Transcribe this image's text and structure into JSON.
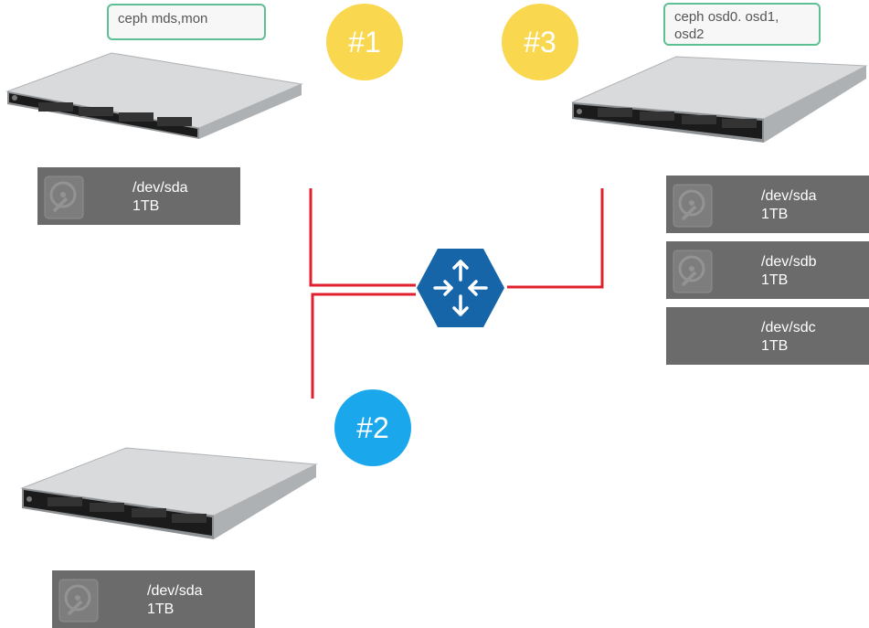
{
  "nodes": [
    {
      "badge": "#1",
      "badge_color": "#f9d84f",
      "callout": [
        "ceph mds,mon"
      ]
    },
    {
      "badge": "#2",
      "badge_color": "#1aa7ec",
      "callout": []
    },
    {
      "badge": "#3",
      "badge_color": "#f9d84f",
      "callout": [
        "ceph osd0. osd1,",
        "osd2"
      ]
    }
  ],
  "disks": {
    "node1": [
      {
        "device": "/dev/sda",
        "size": "1TB"
      }
    ],
    "node2": [
      {
        "device": "/dev/sda",
        "size": "1TB"
      }
    ],
    "node3": [
      {
        "device": "/dev/sda",
        "size": "1TB"
      },
      {
        "device": "/dev/sdb",
        "size": "1TB"
      },
      {
        "device": "/dev/sdc",
        "size": "1TB"
      }
    ]
  },
  "icons": {
    "server": "rack-server-icon",
    "disk": "hard-disk-icon",
    "router": "router-icon"
  },
  "colors": {
    "link": "#e0202c",
    "router": "#1565a8",
    "disk_bg": "#6b6b6b",
    "callout_border": "#5fbf94"
  }
}
